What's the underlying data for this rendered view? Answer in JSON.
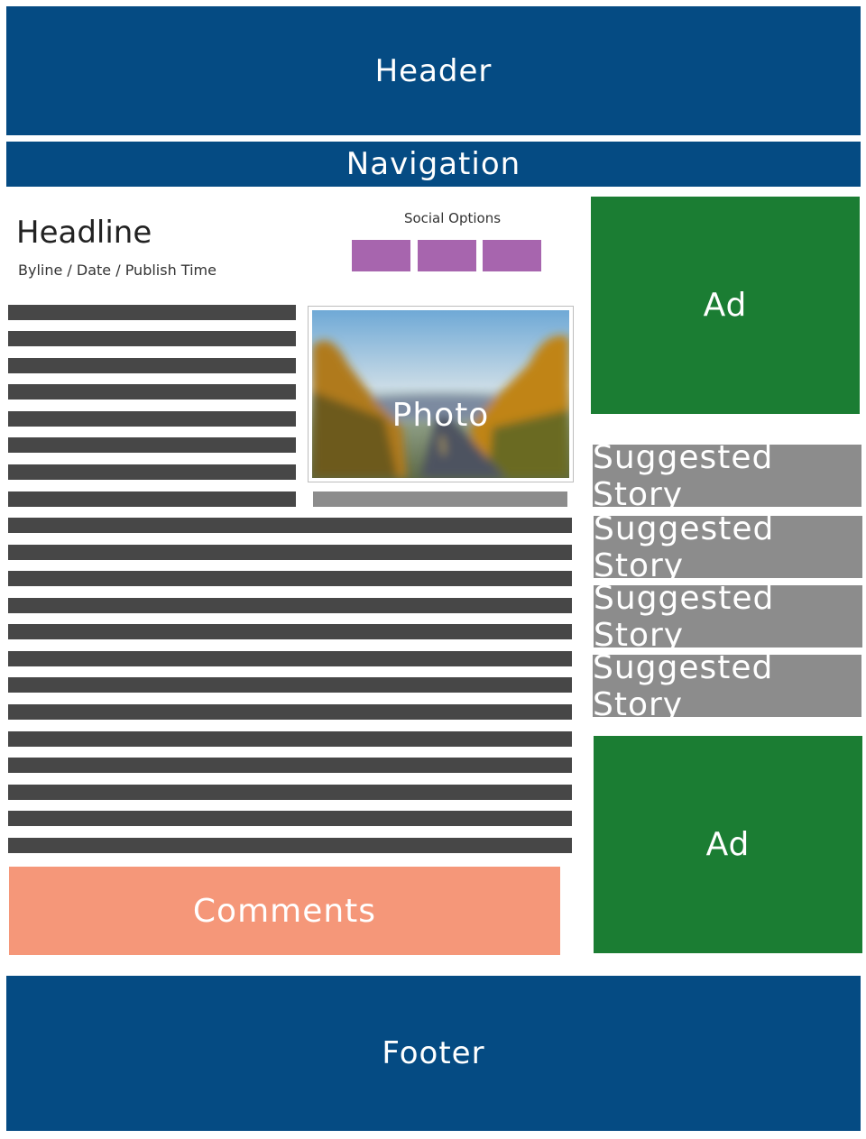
{
  "header": {
    "label": "Header",
    "color": "#054b83"
  },
  "navigation": {
    "label": "Navigation",
    "color": "#054b83"
  },
  "article": {
    "headline": "Headline",
    "byline": "Byline / Date / Publish Time",
    "social": {
      "label": "Social Options",
      "color": "#a765ae",
      "button_count": 3
    },
    "photo": {
      "label": "Photo"
    },
    "text_line_color": "#474747"
  },
  "sidebar": {
    "ads": [
      {
        "label": "Ad",
        "color": "#1b7d33"
      },
      {
        "label": "Ad",
        "color": "#1b7d33"
      }
    ],
    "suggested_stories": [
      {
        "label": "Suggested Story"
      },
      {
        "label": "Suggested Story"
      },
      {
        "label": "Suggested Story"
      },
      {
        "label": "Suggested Story"
      }
    ],
    "story_color": "#8c8c8c"
  },
  "comments": {
    "label": "Comments",
    "color": "#f59779"
  },
  "footer": {
    "label": "Footer",
    "color": "#054b83"
  }
}
